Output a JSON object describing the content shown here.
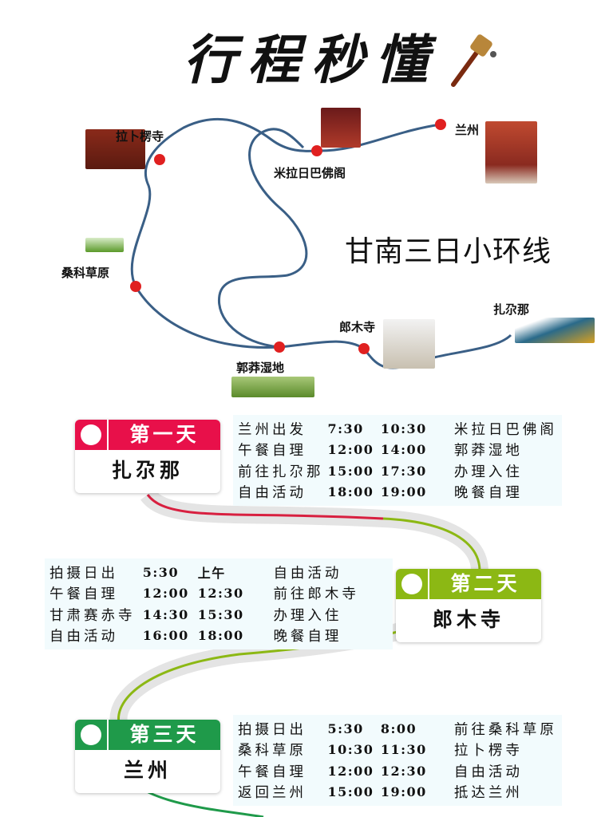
{
  "title": "行程秒懂",
  "route_title": "甘南三日小环线",
  "map": {
    "stops": [
      {
        "name": "拉卜楞寺"
      },
      {
        "name": "米拉日巴佛阁"
      },
      {
        "name": "兰州"
      },
      {
        "name": "桑科草原"
      },
      {
        "name": "郭莽湿地"
      },
      {
        "name": "郎木寺"
      },
      {
        "name": "扎尕那"
      }
    ],
    "route_color": "#3a5f86",
    "dot_color": "#e02020"
  },
  "days": [
    {
      "day": "第一天",
      "place": "扎尕那",
      "color": "#e8104a",
      "icon": "tower-icon",
      "rows": [
        [
          "兰州出发",
          "7:30",
          "10:30",
          "米拉日巴佛阁"
        ],
        [
          "午餐自理",
          "12:00",
          "14:00",
          "郭莽湿地"
        ],
        [
          "前往扎尕那",
          "15:00",
          "17:30",
          "办理入住"
        ],
        [
          "自由活动",
          "18:00",
          "19:00",
          "晚餐自理"
        ]
      ]
    },
    {
      "day": "第二天",
      "place": "郎木寺",
      "color": "#8cb814",
      "icon": "pagoda-icon",
      "rows": [
        [
          "拍摄日出",
          "5:30",
          "上午",
          "自由活动"
        ],
        [
          "午餐自理",
          "12:00",
          "12:30",
          "前往郎木寺"
        ],
        [
          "甘肃赛赤寺",
          "14:30",
          "15:30",
          "办理入住"
        ],
        [
          "自由活动",
          "16:00",
          "18:00",
          "晚餐自理"
        ]
      ]
    },
    {
      "day": "第三天",
      "place": "兰州",
      "color": "#1f9a4a",
      "icon": "leaf-icon",
      "rows": [
        [
          "拍摄日出",
          "5:30",
          "8:00",
          "前往桑科草原"
        ],
        [
          "桑科草原",
          "10:30",
          "11:30",
          "拉卜楞寺"
        ],
        [
          "午餐自理",
          "12:00",
          "12:30",
          "自由活动"
        ],
        [
          "返回兰州",
          "15:00",
          "19:00",
          "抵达兰州"
        ]
      ]
    }
  ]
}
